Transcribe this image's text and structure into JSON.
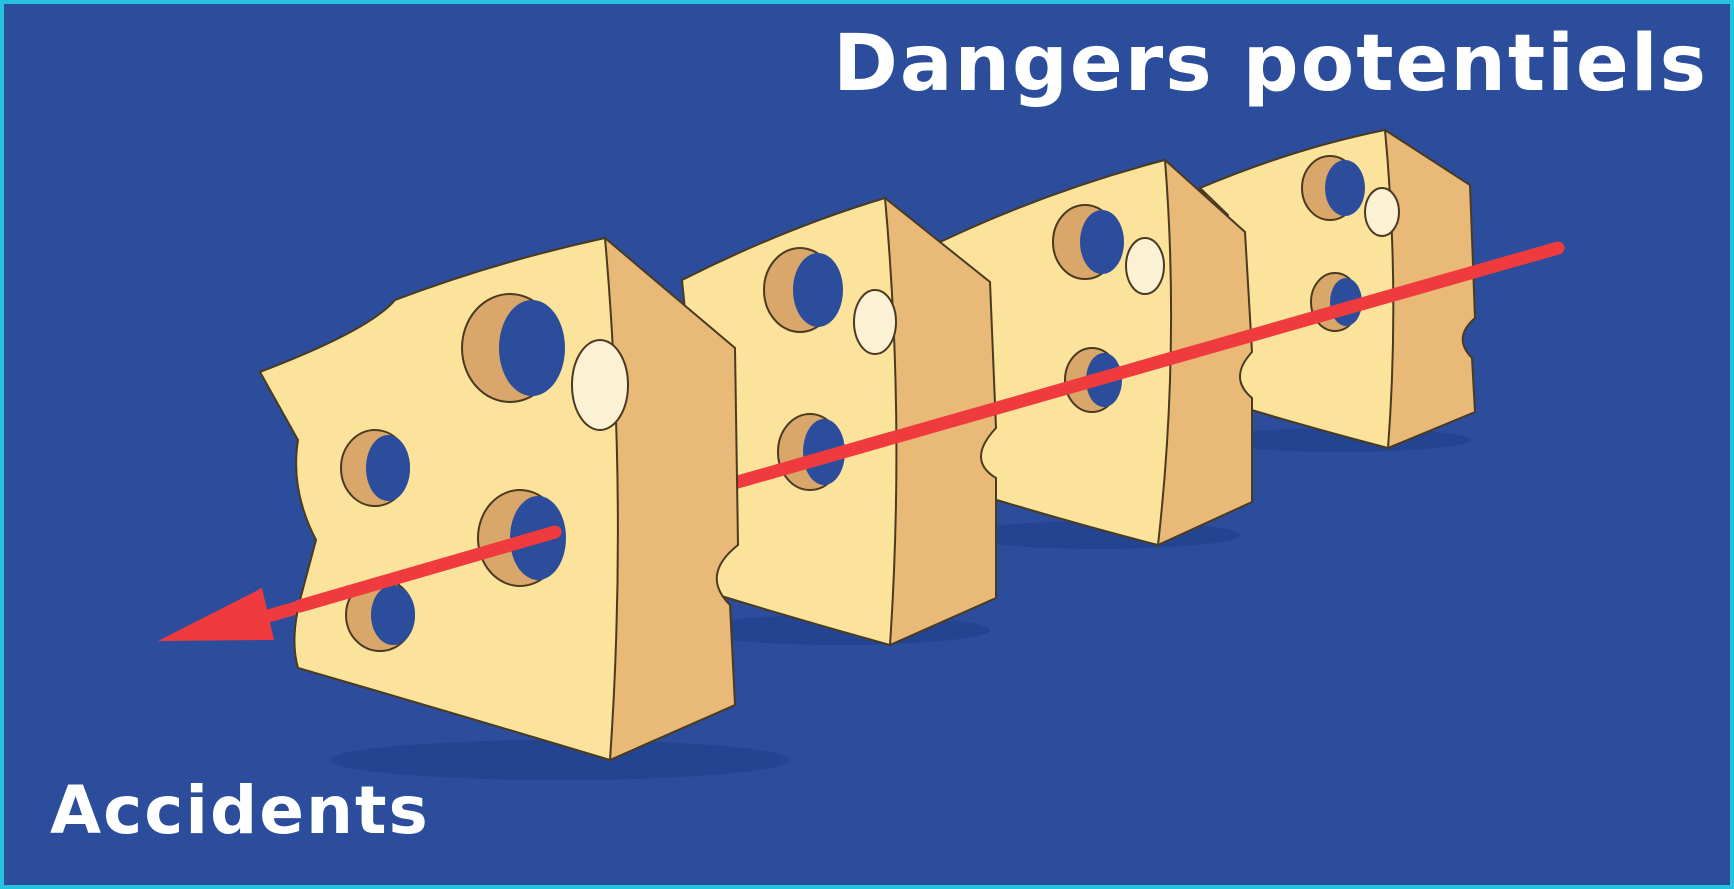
{
  "labels": {
    "top": "Dangers potentiels",
    "bottom": "Accidents"
  },
  "colors": {
    "background": "#2b4d9c",
    "border": "#27c2e0",
    "cheese_front": "#fbe39b",
    "cheese_side": "#e9b977",
    "hole_shadow": "#d9a769",
    "hole_light": "#fbf1d4",
    "outline": "#4a3a22",
    "arrow": "#ef3b3e",
    "text": "#ffffff"
  },
  "diagram": {
    "slices": [
      {
        "name": "slice-1"
      },
      {
        "name": "slice-2"
      },
      {
        "name": "slice-3"
      },
      {
        "name": "slice-4"
      }
    ],
    "arrow": {
      "from": "Dangers potentiels",
      "to": "Accidents"
    }
  }
}
